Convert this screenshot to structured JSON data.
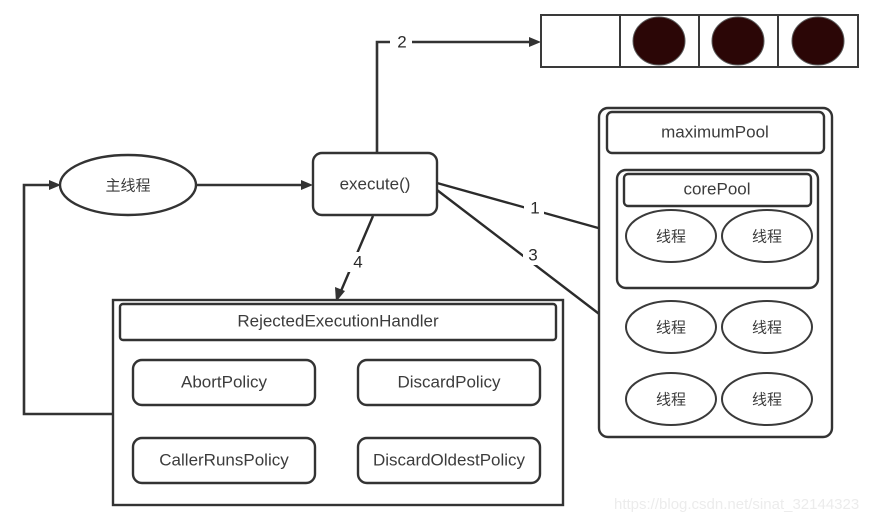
{
  "diagram": {
    "title": "Java ThreadPoolExecutor execute() flow",
    "colors": {
      "stroke": "#333333",
      "text": "#3c3c3c",
      "background": "#ffffff",
      "task_dot": "#2b0606",
      "watermark": "#ececec"
    }
  },
  "main_thread": {
    "label": "主线程"
  },
  "execute": {
    "label": "execute()"
  },
  "queue": {
    "cells": [
      {
        "filled": false
      },
      {
        "filled": true
      },
      {
        "filled": true
      },
      {
        "filled": true
      }
    ]
  },
  "maximum_pool": {
    "title": "maximumPool",
    "core_pool": {
      "title": "corePool",
      "threads": [
        {
          "label": "线程"
        },
        {
          "label": "线程"
        }
      ]
    },
    "extra_threads": [
      {
        "label": "线程"
      },
      {
        "label": "线程"
      },
      {
        "label": "线程"
      },
      {
        "label": "线程"
      }
    ]
  },
  "rejected_handler": {
    "title": "RejectedExecutionHandler",
    "policies": [
      {
        "label": "AbortPolicy"
      },
      {
        "label": "DiscardPolicy"
      },
      {
        "label": "CallerRunsPolicy"
      },
      {
        "label": "DiscardOldestPolicy"
      }
    ]
  },
  "edge_labels": {
    "to_core_pool": "1",
    "to_queue": "2",
    "to_extra_thread": "3",
    "to_rejected_handler": "4"
  },
  "watermark": {
    "text": "https://blog.csdn.net/sinat_32144323"
  }
}
